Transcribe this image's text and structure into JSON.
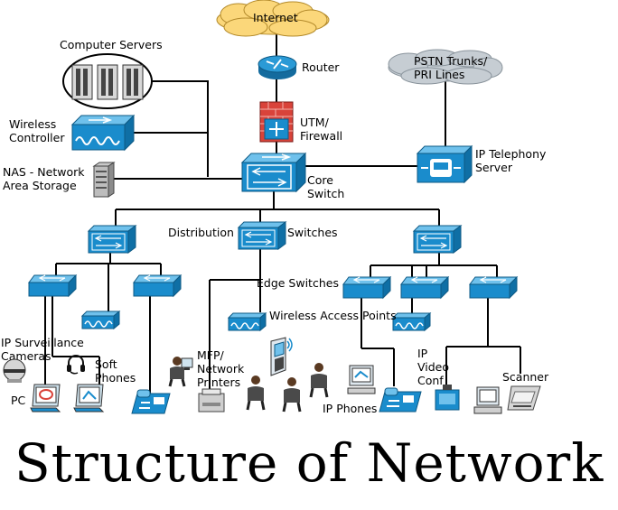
{
  "title": "Structure of Network",
  "colors": {
    "device_blue": "#1a8ccc",
    "cloud_internet": "#fbd77a",
    "cloud_pstn": "#c6cdd3",
    "firewall_red": "#d9433a",
    "wire": "#000000"
  },
  "labels": {
    "internet": "Internet",
    "router": "Router",
    "utm_firewall": "UTM/\nFirewall",
    "pstn": "PSTN Trunks/\nPRI Lines",
    "computer_servers": "Computer Servers",
    "wireless_controller": "Wireless\nController",
    "nas": "NAS - Network\nArea Storage",
    "core_switch": "Core\nSwitch",
    "ip_telephony_server": "IP Telephony\nServer",
    "distribution": "Distribution",
    "switches": "Switches",
    "edge_switches": "Edge Switches",
    "wireless_access_points": "Wireless Access Points",
    "ip_surveillance": "IP Surveillance\nCameras",
    "soft_phones": "Soft\nPhones",
    "pc": "PC",
    "mfp": "MFP/\nNetwork\nPrinters",
    "ip_video_conf": "IP\nVideo\nConf",
    "scanner": "Scanner",
    "ip_phones": "IP Phones"
  }
}
